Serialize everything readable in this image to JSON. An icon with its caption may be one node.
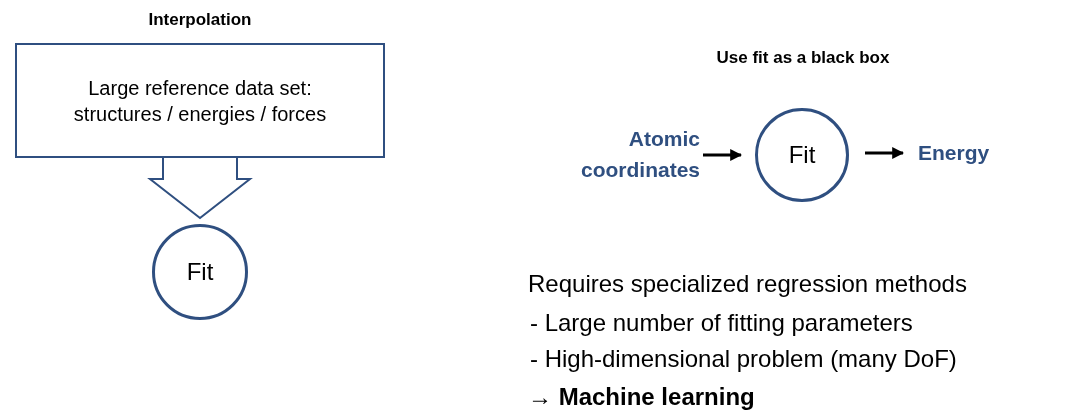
{
  "diagram": {
    "nodes": [
      {
        "text": [
          "Large reference data set: structures / energies / forces"
        ]
      },
      {
        "text": [
          "Fit"
        ]
      },
      {
        "text": [
          "Atomic coordinates"
        ]
      },
      {
        "text": [
          "Fit"
        ]
      },
      {
        "text": [
          "Energy"
        ]
      }
    ],
    "edges": [
      {
        "from": 0,
        "to": 1,
        "arrow": "to"
      },
      {
        "from": 2,
        "to": 3,
        "arrow": "to"
      },
      {
        "from": 3,
        "to": 4,
        "arrow": "to"
      }
    ],
    "labels": [
      "Interpolation",
      "Use fit as a black box",
      "Requires specialized regression methods",
      "- Large number of fitting parameters",
      "- High-dimensional problem (many DoF)",
      "→ Machine learning"
    ]
  }
}
